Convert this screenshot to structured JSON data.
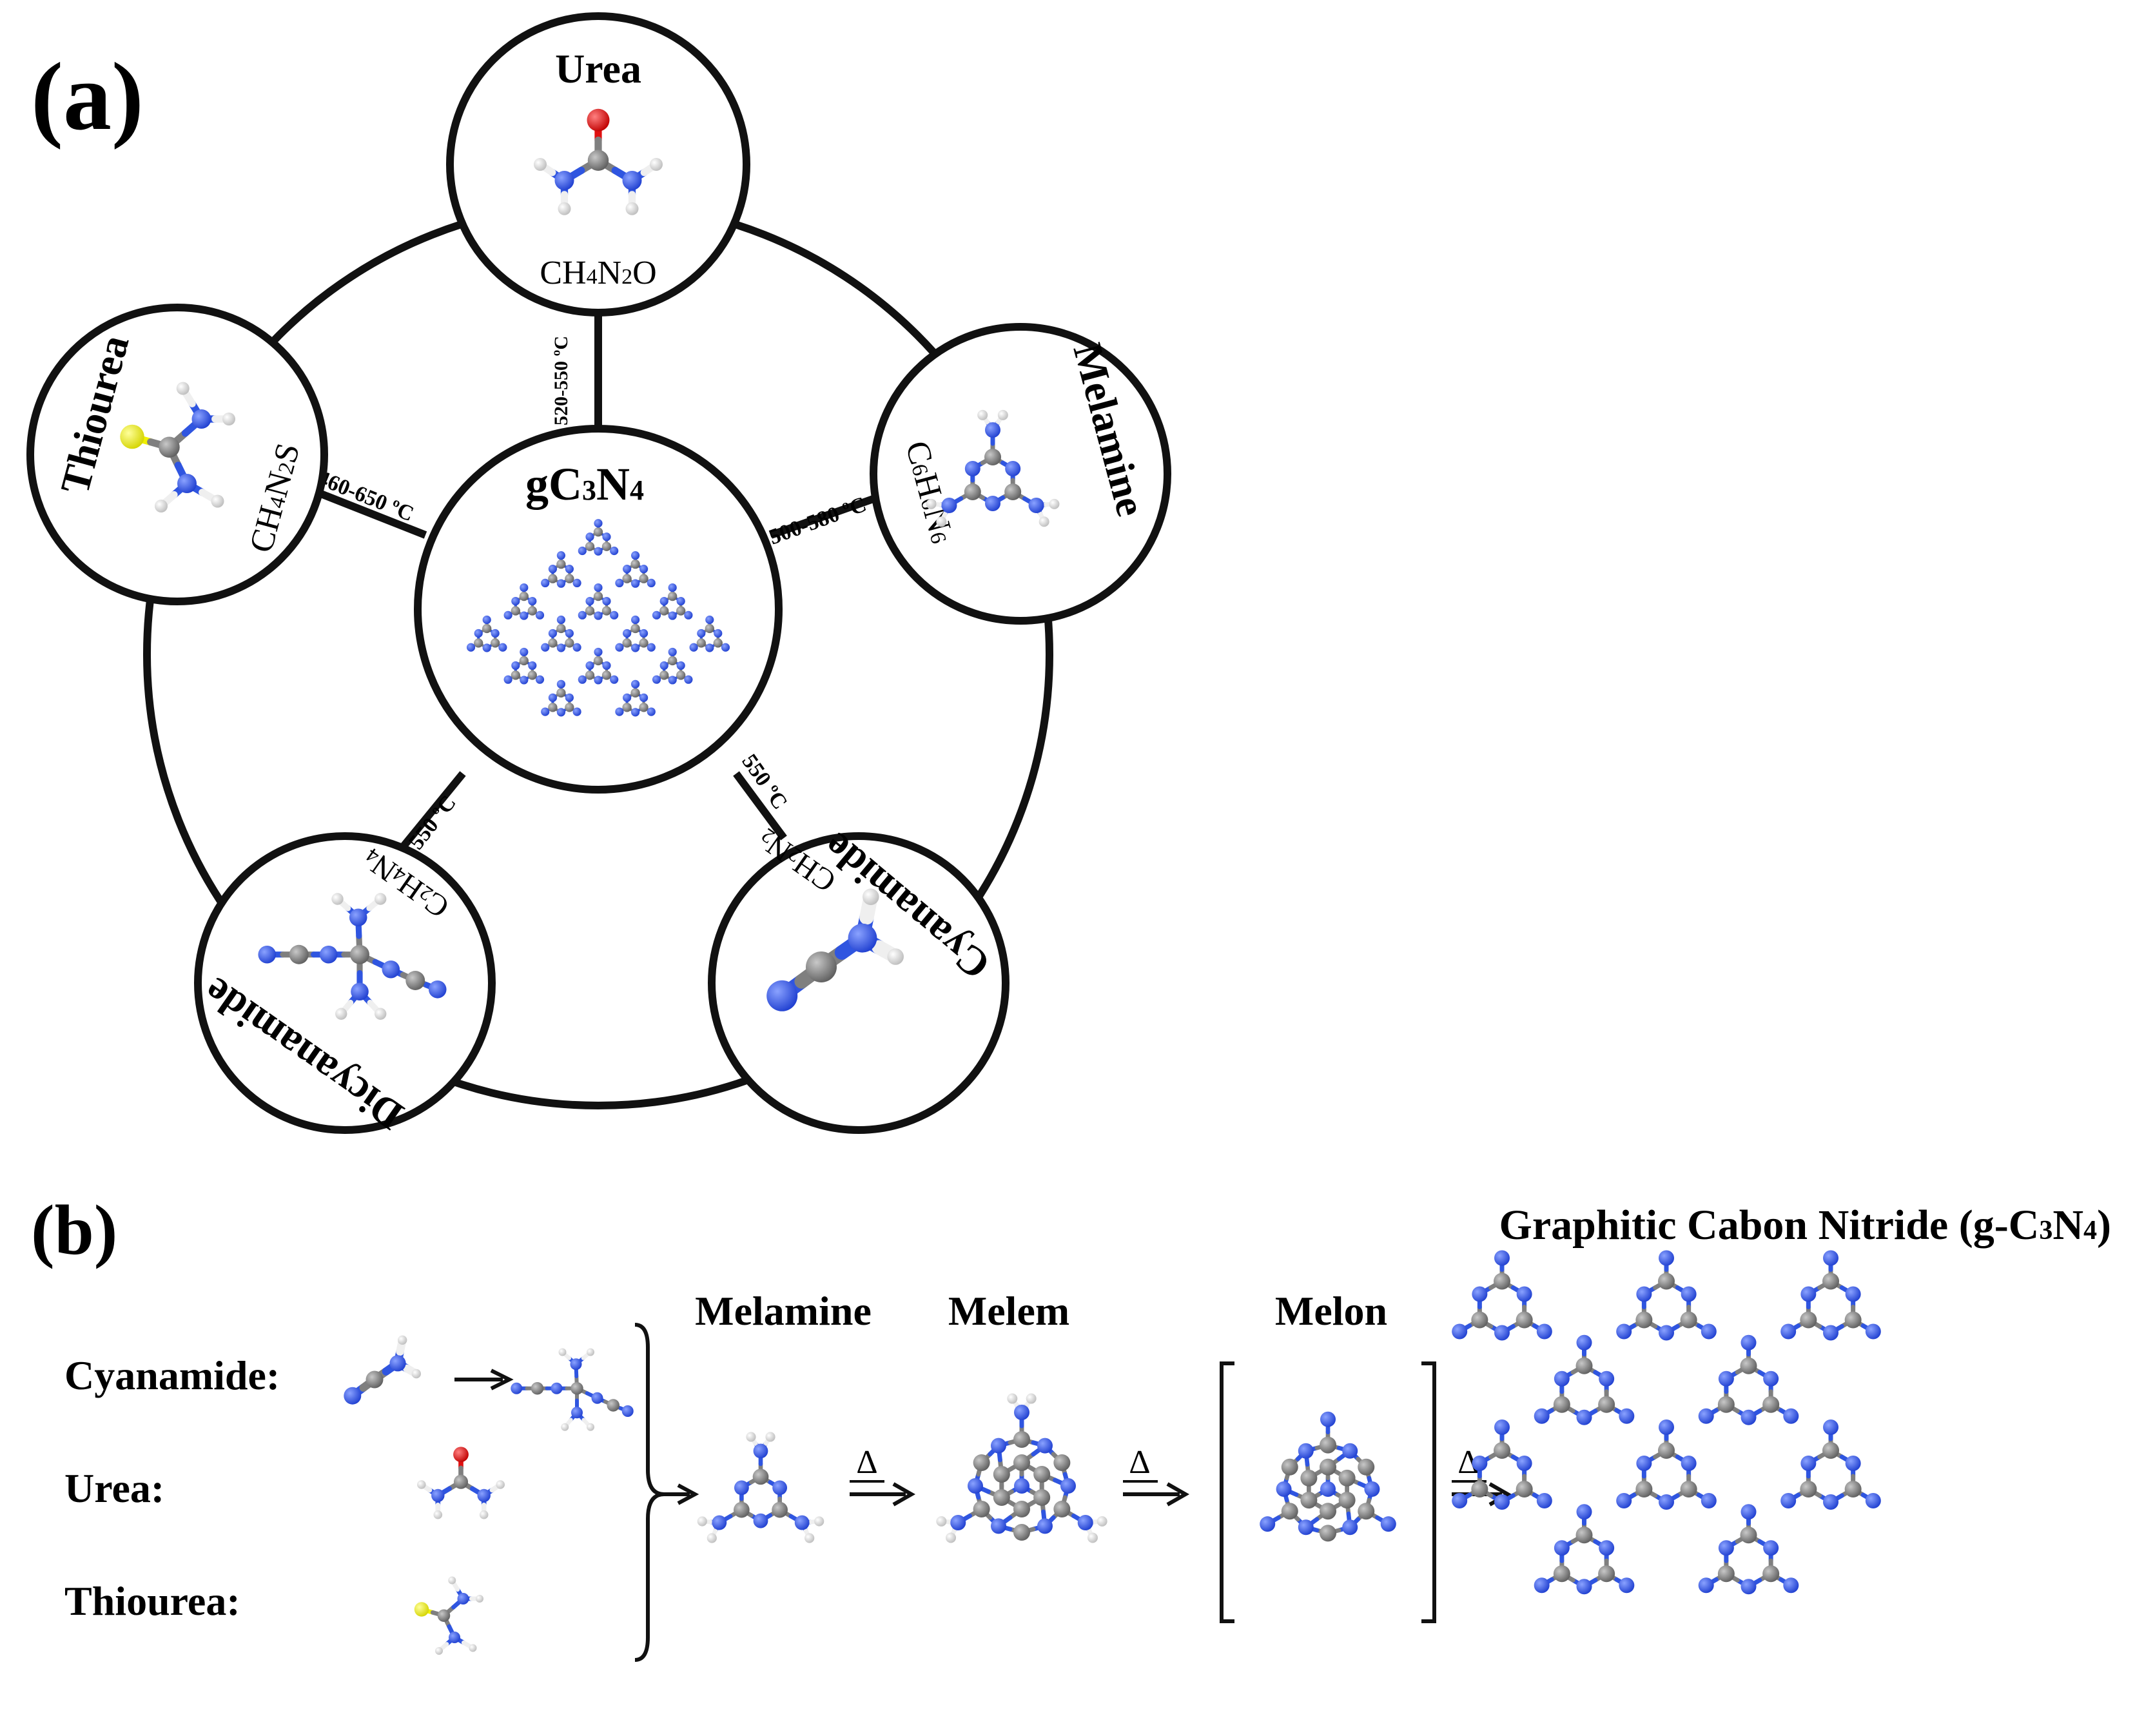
{
  "panel_a": {
    "label": "(a)",
    "center": {
      "name_prefix": "gC",
      "sub1": "3",
      "mid": "N",
      "sub2": "4"
    },
    "precursors": [
      {
        "key": "urea",
        "name": "Urea",
        "formula": "CH4N2O",
        "temp": "520-550 ºC"
      },
      {
        "key": "melamine",
        "name": "Melamine",
        "formula": "C6H6N6",
        "temp": "500-580 ºC"
      },
      {
        "key": "cyanamide",
        "name": "Cyanamide",
        "formula": "CH2N2",
        "temp": "550 ºC"
      },
      {
        "key": "dicyanamide",
        "name": "Dicyanamide",
        "formula": "C2H4N4",
        "temp": "550 ºC"
      },
      {
        "key": "thiourea",
        "name": "Thiourea",
        "formula": "CH4N2S",
        "temp": "460-650 ºC"
      }
    ]
  },
  "panel_b": {
    "label": "(b)",
    "title": "Graphitic Cabon Nitride (g-C3N4)",
    "sources": [
      "Cyanamide:",
      "Urea:",
      "Thiourea:"
    ],
    "stages": [
      "Melamine",
      "Melem",
      "Melon"
    ],
    "heat_symbol": "Δ"
  },
  "colors": {
    "carbon": "#7f7f7f",
    "nitrogen": "#2f55e0",
    "hydrogen": "#efefef",
    "oxygen": "#e01010",
    "sulfur": "#f0f000",
    "outline": "#111111"
  }
}
